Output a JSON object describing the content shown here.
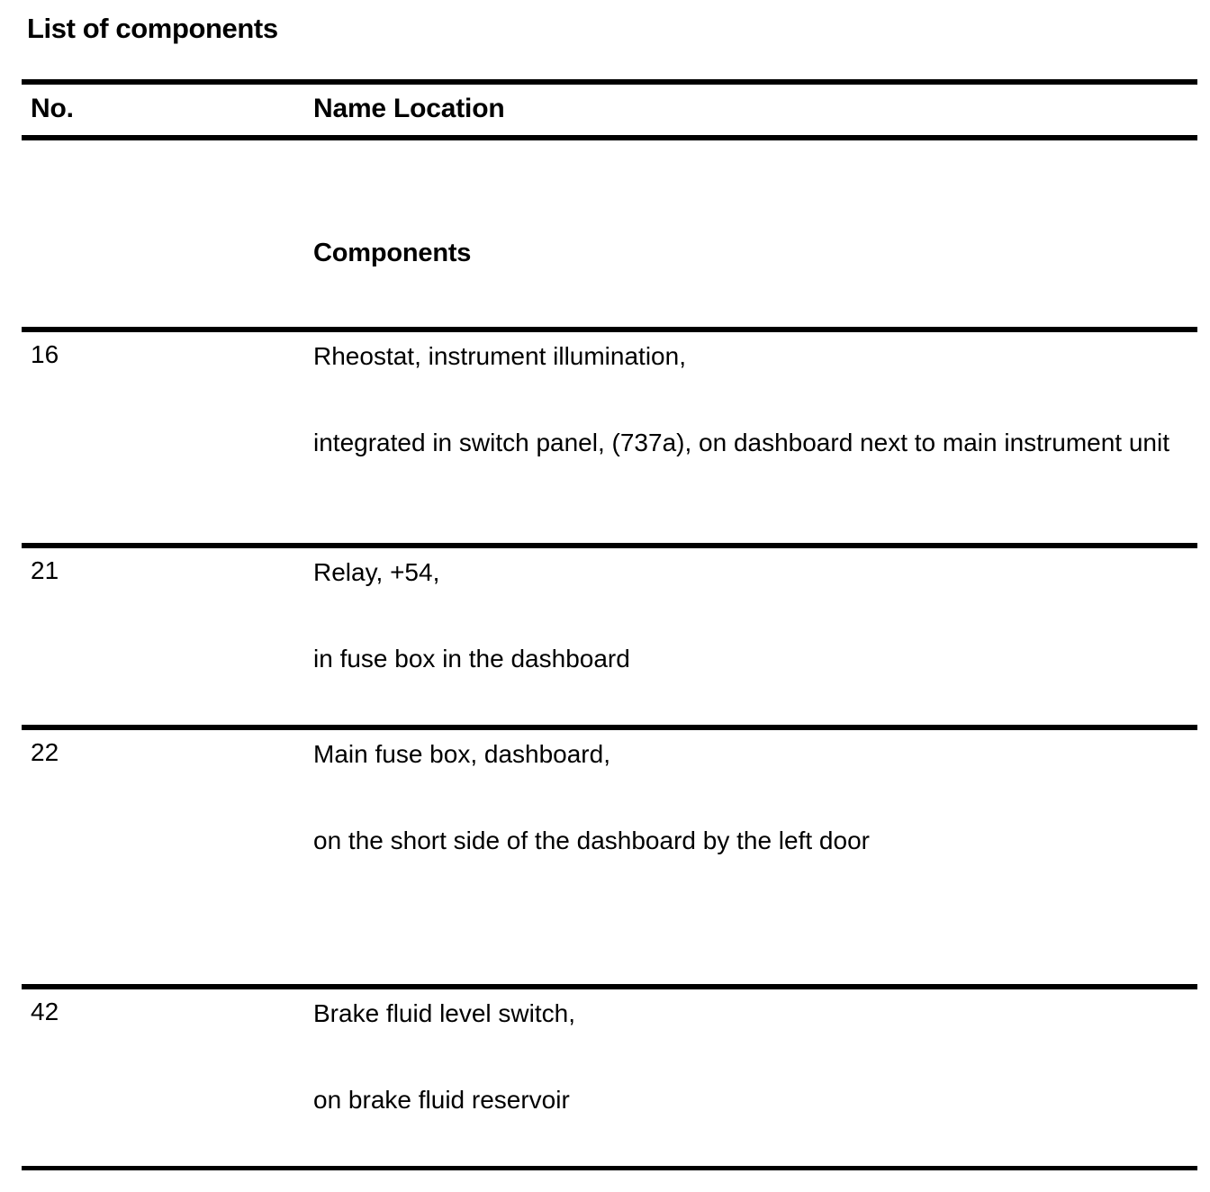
{
  "document": {
    "title": "List of components"
  },
  "table": {
    "headers": {
      "no": "No.",
      "name_location": "Name Location"
    },
    "section_heading": "Components",
    "rows": [
      {
        "no": "16",
        "name": "Rheostat, instrument illumination,",
        "location": "integrated in switch panel, (737a), on dashboard next to main instrument unit"
      },
      {
        "no": "21",
        "name": "Relay, +54,",
        "location": "in fuse box in the dashboard"
      },
      {
        "no": "22",
        "name": "Main fuse box, dashboard,",
        "location": "on the short side of the dashboard by the left door"
      },
      {
        "no": "42",
        "name": "Brake fluid level switch,",
        "location": "on brake fluid reservoir"
      }
    ]
  }
}
